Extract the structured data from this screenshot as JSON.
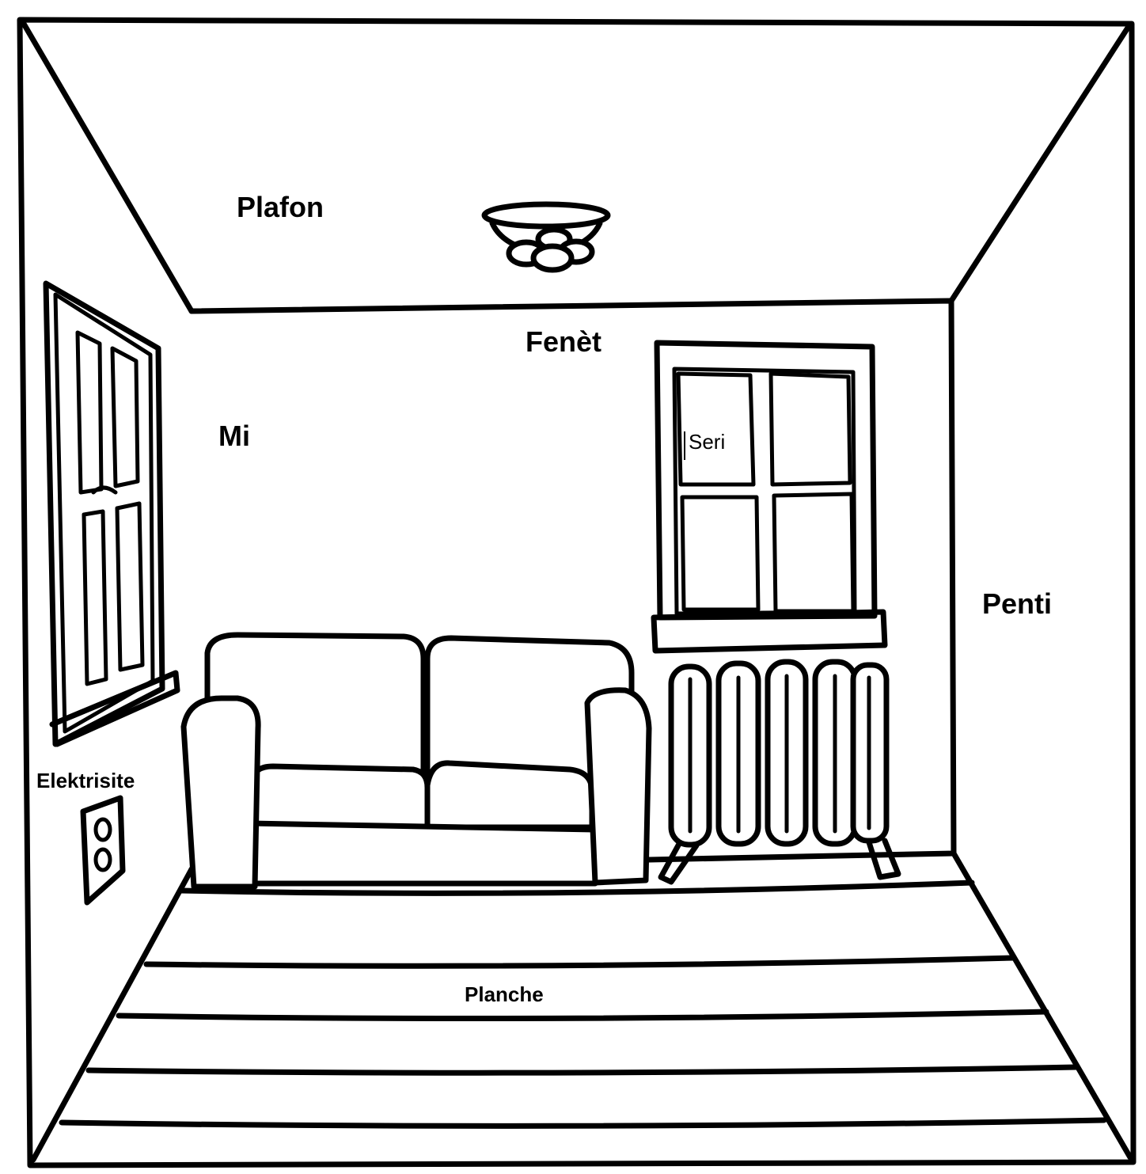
{
  "labels": {
    "ceiling": "Plafon",
    "window": "Fenèt",
    "wall": "Mi",
    "lock": "Seri",
    "paint": "Penti",
    "electricity": "Elektrisite",
    "floor": "Planche"
  }
}
